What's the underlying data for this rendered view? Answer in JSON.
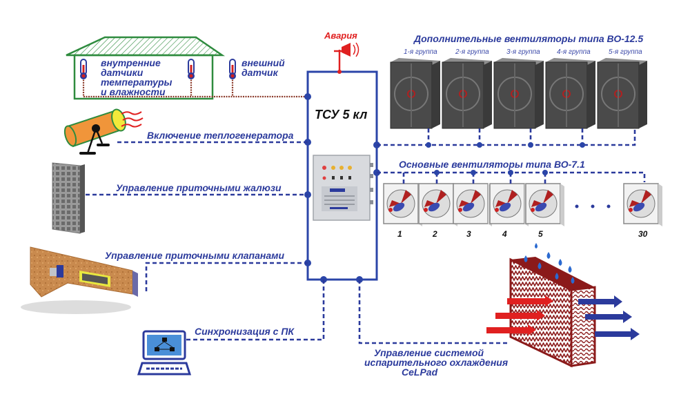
{
  "controller": {
    "name": "ТСУ 5 кл"
  },
  "alarm": {
    "label": "Авария",
    "color": "#e02020"
  },
  "sensors": {
    "internal_label": [
      "внутренние",
      "датчики",
      "температуры",
      "и влажности"
    ],
    "external_label": [
      "внешний",
      "датчик"
    ]
  },
  "connections": {
    "heater": "Включение теплогенератора",
    "louvers": "Управление приточными жалюзи",
    "valves": "Управление приточными клапанами",
    "pc_sync": "Синхронизация с ПК",
    "cooling": [
      "Управление системой",
      "испарительного охлаждения",
      "CeLPad"
    ]
  },
  "additional_fans": {
    "title": "Дополнительные вентиляторы типа ВО-12.5",
    "groups": [
      "1-я группа",
      "2-я группа",
      "3-я группа",
      "4-я группа",
      "5-я группа"
    ]
  },
  "main_fans": {
    "title": "Основные вентиляторы типа ВО-7.1",
    "numbers": [
      "1",
      "2",
      "3",
      "4",
      "5",
      "30"
    ]
  },
  "colors": {
    "line": "#2b45a8",
    "text": "#2b3a9c",
    "house": "#2e8b3e",
    "alarm": "#e02020",
    "pad": "#8b1a1a"
  }
}
